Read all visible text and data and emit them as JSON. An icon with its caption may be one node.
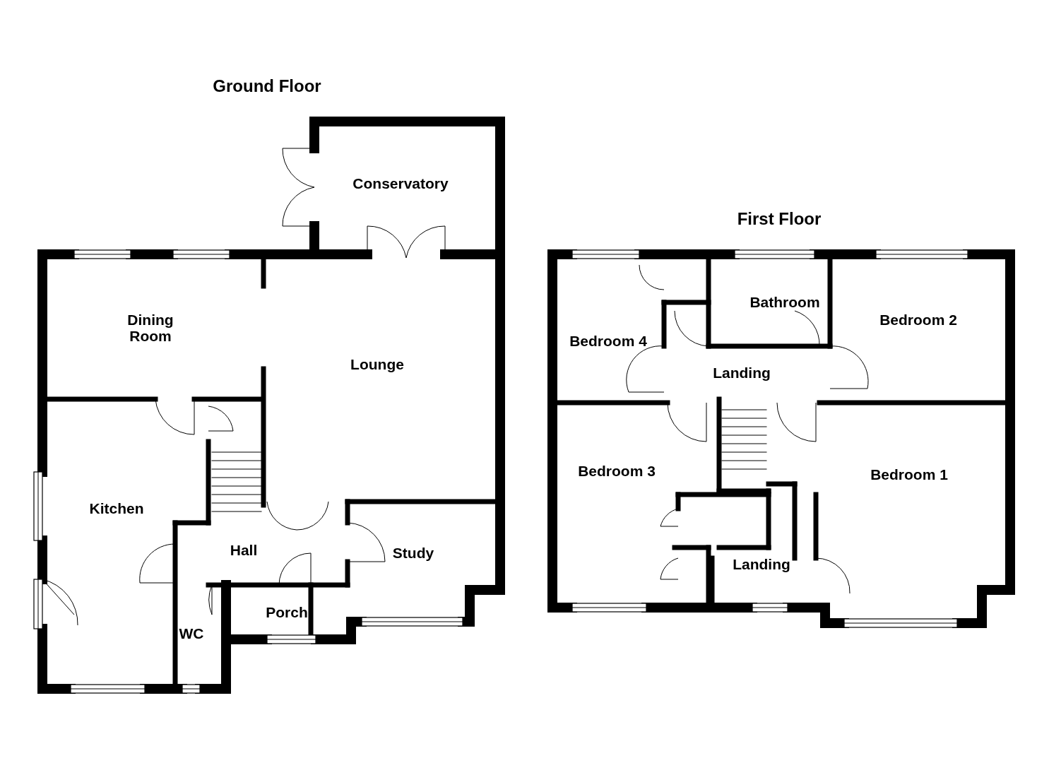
{
  "diagram": {
    "labels": [
      "Ground Floor",
      "Conservatory",
      "First Floor",
      "Bathroom",
      "Dining Room",
      "Bedroom 2",
      "Bedroom 4",
      "Lounge",
      "Landing",
      "Bedroom 3",
      "Bedroom 1",
      "Kitchen",
      "Hall",
      "Study",
      "Landing",
      "Porch",
      "WC"
    ]
  }
}
